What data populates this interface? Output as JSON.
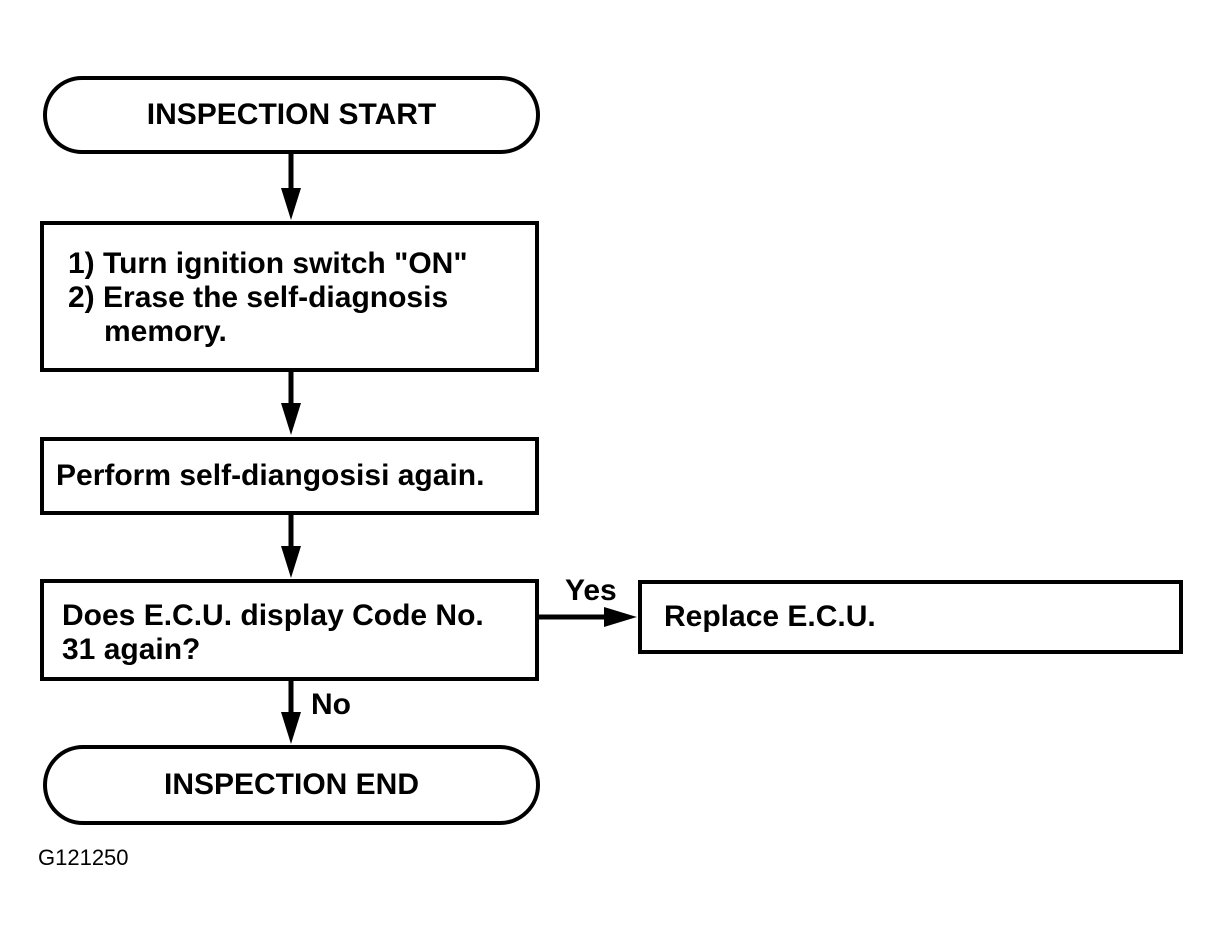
{
  "flowchart": {
    "start": {
      "label": "INSPECTION START"
    },
    "step1": {
      "lines": [
        "1) Turn ignition switch \"ON\"",
        "2) Erase the self-diagnosis",
        "memory."
      ]
    },
    "step2": {
      "label": "Perform self-diangosisi again."
    },
    "decision": {
      "lines": [
        "Does E.C.U. display Code No.",
        "31 again?"
      ],
      "yes_label": "Yes",
      "no_label": "No"
    },
    "replace": {
      "label": "Replace E.C.U."
    },
    "end": {
      "label": "INSPECTION END"
    }
  },
  "figure_id": "G121250",
  "colors": {
    "stroke": "#000000",
    "background": "#ffffff"
  }
}
